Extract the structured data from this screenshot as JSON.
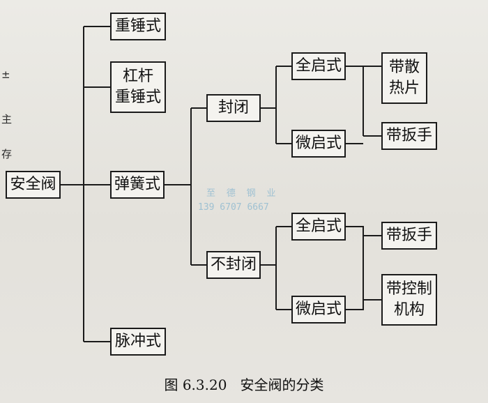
{
  "nodes": {
    "root": "安全阀",
    "heavy_hammer": "重锤式",
    "lever_hammer": "杠杆\n重锤式",
    "spring": "弹簧式",
    "pulse": "脉冲式",
    "sealed": "封闭",
    "unsealed": "不封闭",
    "sealed_full_lift": "全启式",
    "sealed_micro_lift": "微启式",
    "unsealed_full_lift": "全启式",
    "unsealed_micro_lift": "微启式",
    "heat_sink": "带散\n热片",
    "lever_wrench_1": "带扳手",
    "lever_wrench_2": "带扳手",
    "control_mechanism": "带控制\n机构"
  },
  "watermark": {
    "line1": "至 德 钢 业",
    "line2": "139 6707 6667"
  },
  "margin_fragments": [
    "±",
    "主",
    "存"
  ],
  "caption": "图 6.3.20   安全阀的分类"
}
